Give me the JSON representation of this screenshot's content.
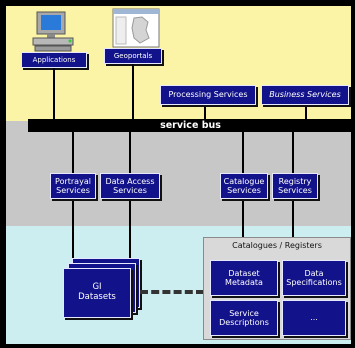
{
  "top": {
    "applications_label": "Applications",
    "geoportals_label": "Geoportals"
  },
  "services": {
    "processing": "Processing Services",
    "business": "Business Services",
    "bus": "service bus",
    "portrayal": [
      "Portrayal",
      "Services"
    ],
    "data_access": [
      "Data Access",
      "Services"
    ],
    "catalogue": [
      "Catalogue",
      "Services"
    ],
    "registry": [
      "Registry",
      "Services"
    ]
  },
  "bottom": {
    "gi_datasets": [
      "GI",
      "Datasets"
    ],
    "catalogues_title": "Catalogues / Registers",
    "dataset_metadata": [
      "Dataset",
      "Metadata"
    ],
    "data_specifications": [
      "Data",
      "Specifications"
    ],
    "service_descriptions": [
      "Service",
      "Descriptions"
    ],
    "more": "..."
  }
}
